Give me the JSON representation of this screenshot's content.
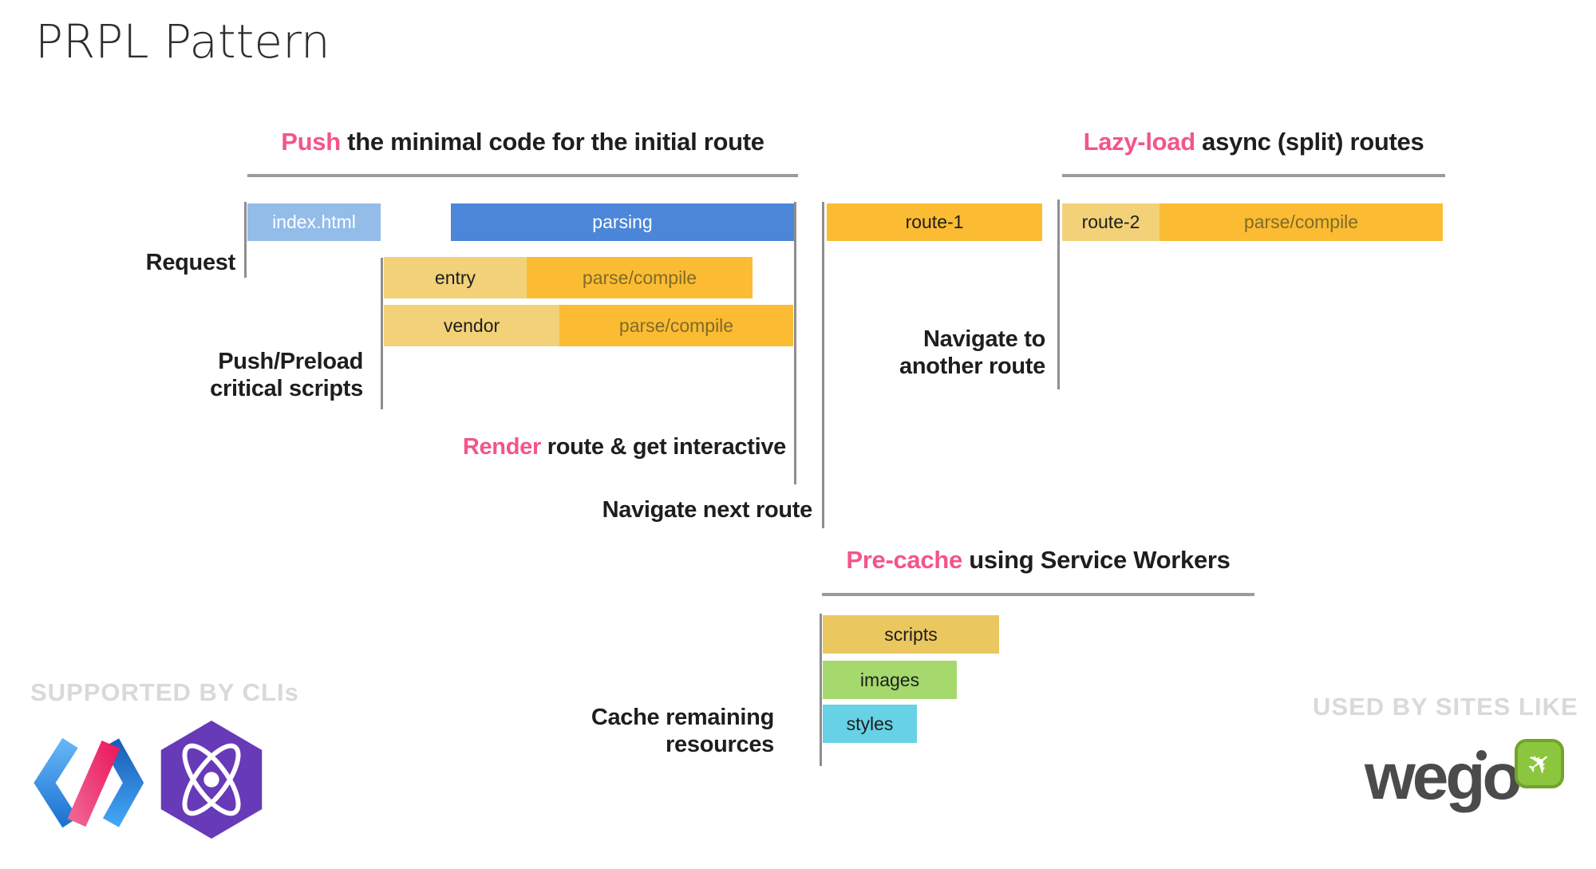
{
  "title": "PRPL Pattern",
  "headers": {
    "push": {
      "highlight": "Push",
      "rest": " the minimal code for the initial route"
    },
    "lazy": {
      "highlight": "Lazy-load",
      "rest": " async (split) routes"
    },
    "precache": {
      "highlight": "Pre-cache",
      "rest": " using Service Workers"
    },
    "render": {
      "highlight": "Render",
      "rest": " route & get interactive"
    }
  },
  "labels": {
    "request": "Request",
    "preload_line1": "Push/Preload",
    "preload_line2": "critical scripts",
    "navigate_next": "Navigate next route",
    "navigate_to_line1": "Navigate to",
    "navigate_to_line2": "another route",
    "cache_line1": "Cache remaining",
    "cache_line2": "resources"
  },
  "bars": {
    "index_html": "index.html",
    "parsing": "parsing",
    "entry": "entry",
    "entry_parse": "parse/compile",
    "vendor": "vendor",
    "vendor_parse": "parse/compile",
    "route1": "route-1",
    "route2": "route-2",
    "route2_parse": "parse/compile",
    "scripts": "scripts",
    "images": "images",
    "styles": "styles"
  },
  "footer": {
    "supported_caption": "SUPPORTED BY CLIs",
    "used_caption": "USED BY SITES LIKE",
    "wego_text": "wego",
    "icons": {
      "polymer": "polymer-logo",
      "preact": "preact-logo",
      "wego_plane": "airplane-icon"
    }
  },
  "colors": {
    "accent_pink": "#F4548C",
    "bar_blue_light": "#93BCE9",
    "bar_blue": "#4C86D8",
    "bar_amber": "#FBBC33",
    "bar_gold_light": "#F2D179",
    "bar_tan": "#EAC75F",
    "bar_green": "#A5D96D",
    "bar_cyan": "#67D1E6",
    "parse_compile_text": "#826A28",
    "line_gray": "#8E8E8E",
    "caption_gray": "#D9D9D9",
    "wego_green": "#8CC63E",
    "preact_purple": "#673AB8"
  }
}
